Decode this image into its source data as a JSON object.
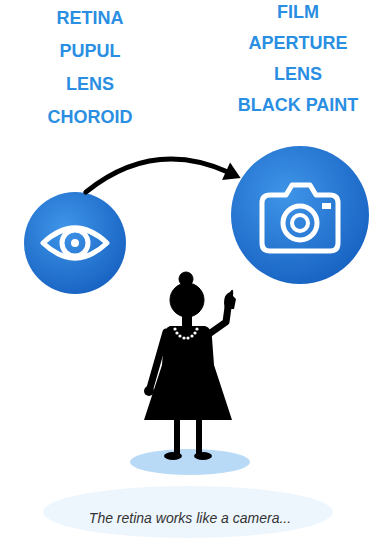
{
  "diagram": {
    "caption": "The retina works like a camera...",
    "nodes": [
      {
        "text": [
          "RETINA",
          "PUPUL",
          "LENS",
          "CHOROID"
        ]
      },
      {
        "text": [
          "FILM",
          "APERTURE",
          "LENS",
          "BLACK PAINT"
        ]
      }
    ],
    "edges": [
      {
        "from": 0,
        "to": 1,
        "arrow": "to"
      }
    ]
  }
}
